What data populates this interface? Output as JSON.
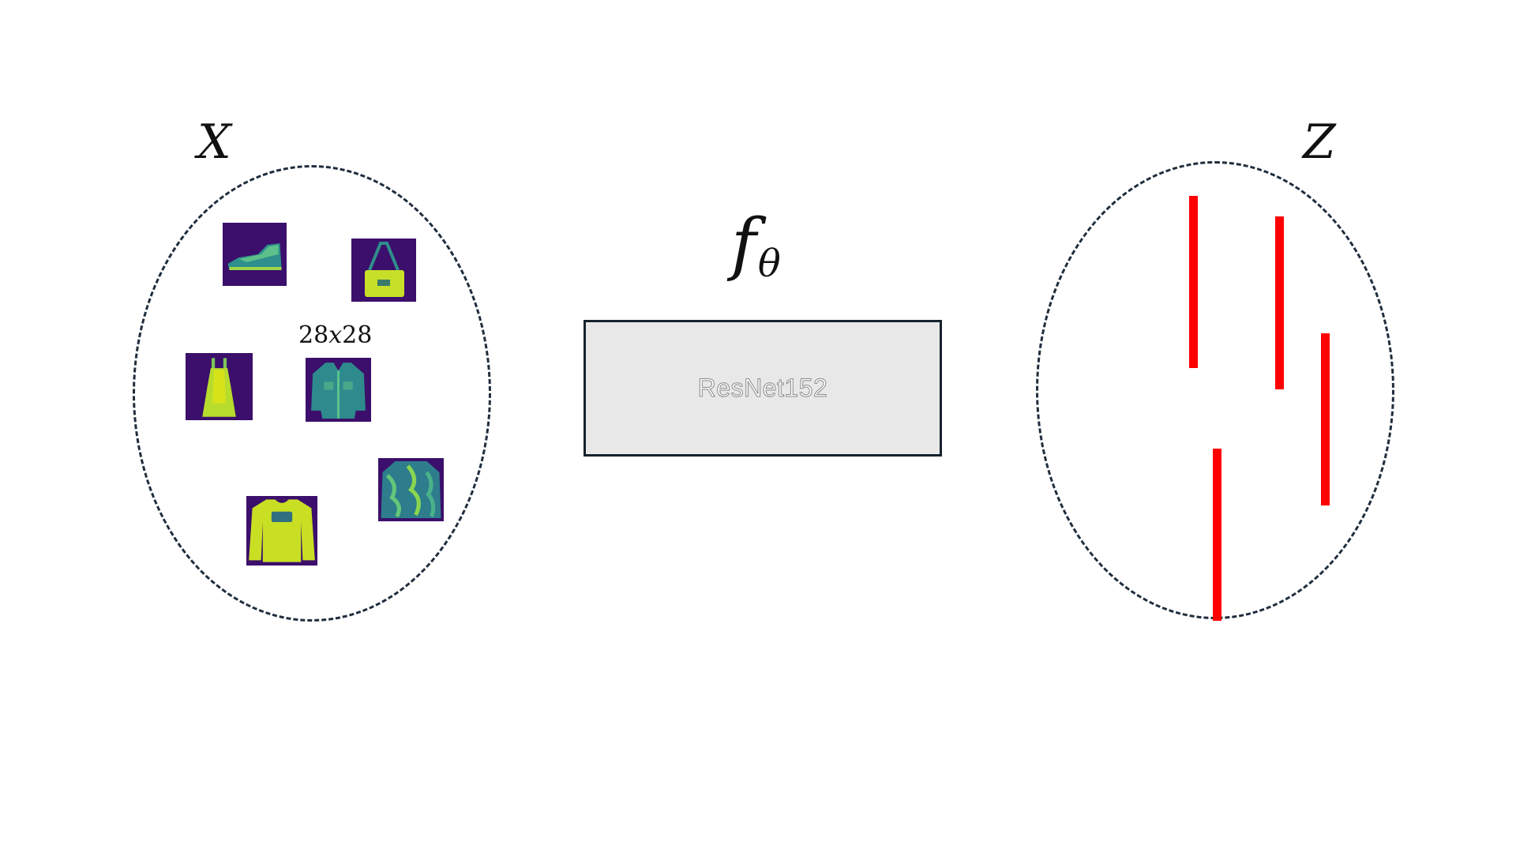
{
  "input_space": {
    "label": "X",
    "image_size_label": {
      "number_a": "28",
      "symbol": "x",
      "number_b": "28"
    },
    "thumbnails": [
      "ankle-boot",
      "bag",
      "dress",
      "jacket",
      "shirt",
      "sweater"
    ]
  },
  "model": {
    "function_symbol": "f",
    "function_subscript": "θ",
    "name": "ResNet152"
  },
  "output_space": {
    "label": "Z",
    "vector_color": "#ff0000",
    "vector_count": 4
  },
  "colors": {
    "outline": "#1f2d3d",
    "box_fill": "#e8e8e8",
    "thumb_background": "#3b0f6b",
    "thumb_foreground": "#d8e219"
  }
}
